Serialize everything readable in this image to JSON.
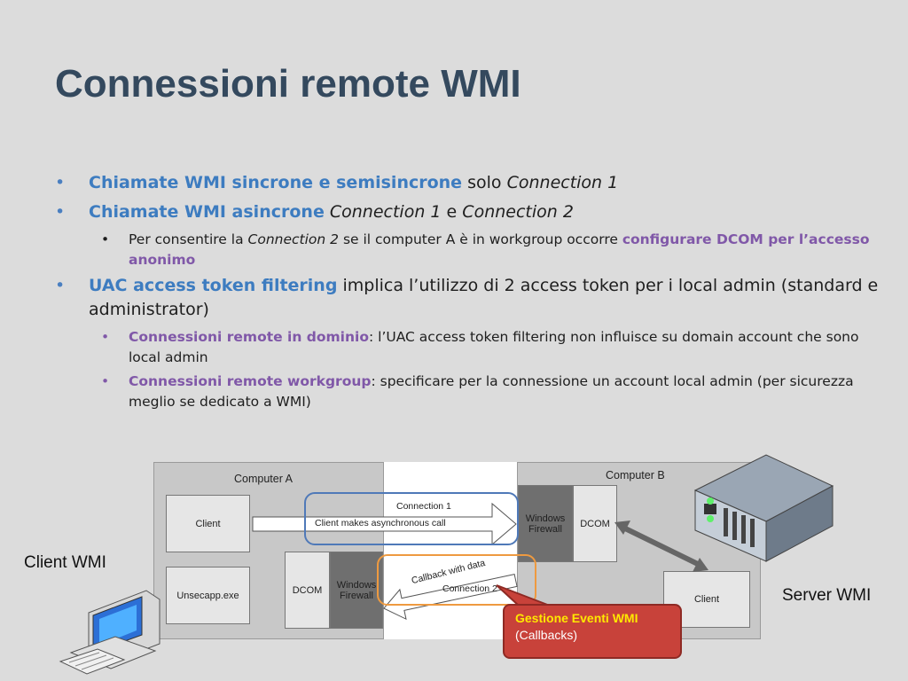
{
  "title": "Connessioni remote WMI",
  "bullets": {
    "b1": {
      "highlight": "Chiamate WMI sincrone e semisincrone",
      "text1": " solo ",
      "italic": "Connection 1"
    },
    "b2": {
      "highlight": "Chiamate WMI asincrone",
      "text1": " ",
      "italic1": "Connection 1",
      "text2": " e ",
      "italic2": "Connection 2"
    },
    "b2_sub": {
      "text1": "Per consentire la ",
      "italic": "Connection 2",
      "text2": " se il computer A è in workgroup occorre ",
      "highlight": "configurare DCOM per l’accesso anonimo"
    },
    "b3": {
      "highlight": "UAC access token filtering",
      "text1": " implica l’utilizzo di 2 access token per i local admin (standard e administrator)"
    },
    "b3_sub1": {
      "highlight": "Connessioni remote in dominio",
      "text1": ": l’UAC access token filtering non influisce su domain account che sono local admin"
    },
    "b3_sub2": {
      "highlight": "Connessioni remote workgroup",
      "text1": ": specificare per la connessione un account local admin (per sicurezza meglio se dedicato a WMI)"
    }
  },
  "diagram": {
    "computer_a": "Computer A",
    "computer_b": "Computer B",
    "client_a": "Client",
    "unsecapp": "Unsecapp.exe",
    "dcom_a": "DCOM",
    "firewall_a": "Windows Firewall",
    "firewall_b": "Windows Firewall",
    "dcom_b": "DCOM",
    "client_b": "Client",
    "connection1": "Connection 1",
    "async_call": "Client makes asynchronous call",
    "callback": "Callback with data",
    "connection2": "Connection 2"
  },
  "labels": {
    "client_wmi": "Client WMI",
    "server_wmi": "Server WMI"
  },
  "callout": {
    "title": "Gestione Eventi WMI",
    "subtitle": "(Callbacks)"
  },
  "icons": [
    "computer-icon",
    "server-icon"
  ],
  "colors": {
    "title": "#34495e",
    "blue_highlight": "#3d7cc0",
    "purple_highlight": "#8058a8",
    "callout_bg": "#c8423a",
    "callout_title": "#ffe800",
    "connection1_border": "#4f79b8",
    "connection2_border": "#ee9a40"
  }
}
